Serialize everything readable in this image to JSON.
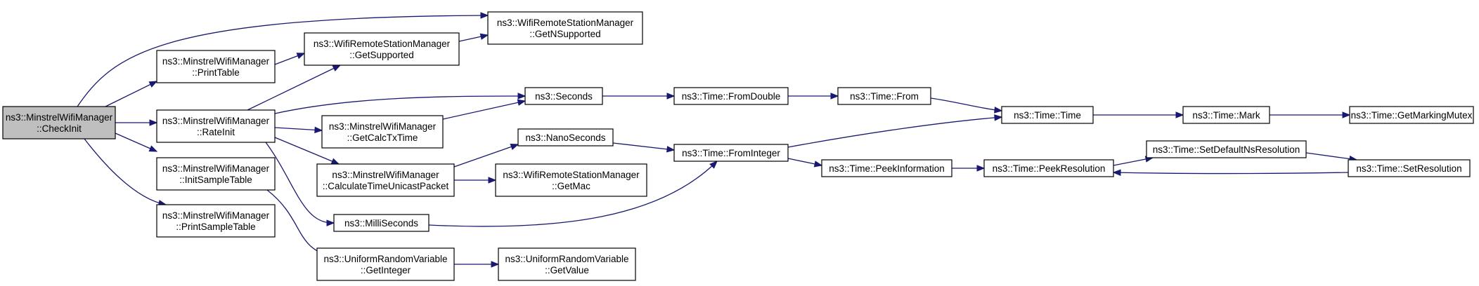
{
  "diagram": {
    "colors": {
      "edge": "#191970",
      "root_fill": "#bfbfbf",
      "node_fill": "#ffffff",
      "border": "#000000"
    },
    "nodes": [
      {
        "id": "checkinit",
        "lines": [
          "ns3::MinstrelWifiManager",
          "::CheckInit"
        ],
        "root": true
      },
      {
        "id": "printtable",
        "lines": [
          "ns3::MinstrelWifiManager",
          "::PrintTable"
        ]
      },
      {
        "id": "rateinit",
        "lines": [
          "ns3::MinstrelWifiManager",
          "::RateInit"
        ]
      },
      {
        "id": "initsampletable",
        "lines": [
          "ns3::MinstrelWifiManager",
          "::InitSampleTable"
        ]
      },
      {
        "id": "printsampletable",
        "lines": [
          "ns3::MinstrelWifiManager",
          "::PrintSampleTable"
        ]
      },
      {
        "id": "getnsupported",
        "lines": [
          "ns3::WifiRemoteStationManager",
          "::GetNSupported"
        ]
      },
      {
        "id": "getsupported",
        "lines": [
          "ns3::WifiRemoteStationManager",
          "::GetSupported"
        ]
      },
      {
        "id": "seconds",
        "lines": [
          "ns3::Seconds"
        ]
      },
      {
        "id": "getcalctxtime",
        "lines": [
          "ns3::MinstrelWifiManager",
          "::GetCalcTxTime"
        ]
      },
      {
        "id": "calctimeunicast",
        "lines": [
          "ns3::MinstrelWifiManager",
          "::CalculateTimeUnicastPacket"
        ]
      },
      {
        "id": "milliseconds",
        "lines": [
          "ns3::MilliSeconds"
        ]
      },
      {
        "id": "getinteger",
        "lines": [
          "ns3::UniformRandomVariable",
          "::GetInteger"
        ]
      },
      {
        "id": "nanoseconds",
        "lines": [
          "ns3::NanoSeconds"
        ]
      },
      {
        "id": "getmac",
        "lines": [
          "ns3::WifiRemoteStationManager",
          "::GetMac"
        ]
      },
      {
        "id": "getvalue",
        "lines": [
          "ns3::UniformRandomVariable",
          "::GetValue"
        ]
      },
      {
        "id": "fromdouble",
        "lines": [
          "ns3::Time::FromDouble"
        ]
      },
      {
        "id": "frominteger",
        "lines": [
          "ns3::Time::FromInteger"
        ]
      },
      {
        "id": "from",
        "lines": [
          "ns3::Time::From"
        ]
      },
      {
        "id": "peekinformation",
        "lines": [
          "ns3::Time::PeekInformation"
        ]
      },
      {
        "id": "time",
        "lines": [
          "ns3::Time::Time"
        ]
      },
      {
        "id": "peekresolution",
        "lines": [
          "ns3::Time::PeekResolution"
        ]
      },
      {
        "id": "mark",
        "lines": [
          "ns3::Time::Mark"
        ]
      },
      {
        "id": "setdefaultnsresolution",
        "lines": [
          "ns3::Time::SetDefaultNsResolution"
        ]
      },
      {
        "id": "setresolution",
        "lines": [
          "ns3::Time::SetResolution"
        ]
      },
      {
        "id": "getmarkingmutex",
        "lines": [
          "ns3::Time::GetMarkingMutex"
        ]
      }
    ],
    "edges": [
      {
        "from": "checkinit",
        "to": "getnsupported"
      },
      {
        "from": "checkinit",
        "to": "printtable"
      },
      {
        "from": "checkinit",
        "to": "rateinit"
      },
      {
        "from": "checkinit",
        "to": "initsampletable"
      },
      {
        "from": "checkinit",
        "to": "printsampletable"
      },
      {
        "from": "printtable",
        "to": "getsupported"
      },
      {
        "from": "getsupported",
        "to": "getnsupported"
      },
      {
        "from": "rateinit",
        "to": "getsupported"
      },
      {
        "from": "rateinit",
        "to": "seconds"
      },
      {
        "from": "rateinit",
        "to": "getcalctxtime"
      },
      {
        "from": "rateinit",
        "to": "calctimeunicast"
      },
      {
        "from": "rateinit",
        "to": "milliseconds"
      },
      {
        "from": "initsampletable",
        "to": "getinteger"
      },
      {
        "from": "getcalctxtime",
        "to": "seconds"
      },
      {
        "from": "calctimeunicast",
        "to": "nanoseconds"
      },
      {
        "from": "calctimeunicast",
        "to": "getmac"
      },
      {
        "from": "getinteger",
        "to": "getvalue"
      },
      {
        "from": "seconds",
        "to": "fromdouble"
      },
      {
        "from": "nanoseconds",
        "to": "frominteger"
      },
      {
        "from": "milliseconds",
        "to": "frominteger"
      },
      {
        "from": "fromdouble",
        "to": "from"
      },
      {
        "from": "from",
        "to": "time"
      },
      {
        "from": "frominteger",
        "to": "time"
      },
      {
        "from": "frominteger",
        "to": "peekinformation"
      },
      {
        "from": "peekinformation",
        "to": "peekresolution"
      },
      {
        "from": "time",
        "to": "mark"
      },
      {
        "from": "mark",
        "to": "getmarkingmutex"
      },
      {
        "from": "peekresolution",
        "to": "setdefaultnsresolution"
      },
      {
        "from": "setdefaultnsresolution",
        "to": "setresolution"
      },
      {
        "from": "setresolution",
        "to": "peekresolution"
      }
    ]
  }
}
